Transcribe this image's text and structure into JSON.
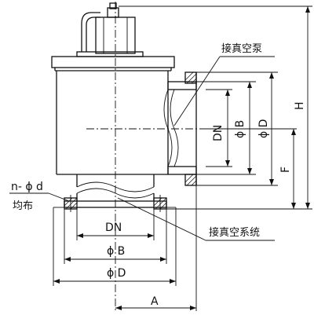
{
  "labels": {
    "top_port": "接真空泵",
    "bottom_port": "接真空系统",
    "holes": "n- ϕ d",
    "holes_note": "均布",
    "dn_bottom": "DN",
    "phi_b_bottom": "ϕ B",
    "phi_d_bottom": "ϕ D",
    "dim_a": "A",
    "dn_side": "DN",
    "phi_b_side": "ϕ B",
    "phi_d_side": "ϕ D",
    "dim_f": "F",
    "dim_h": "H"
  }
}
